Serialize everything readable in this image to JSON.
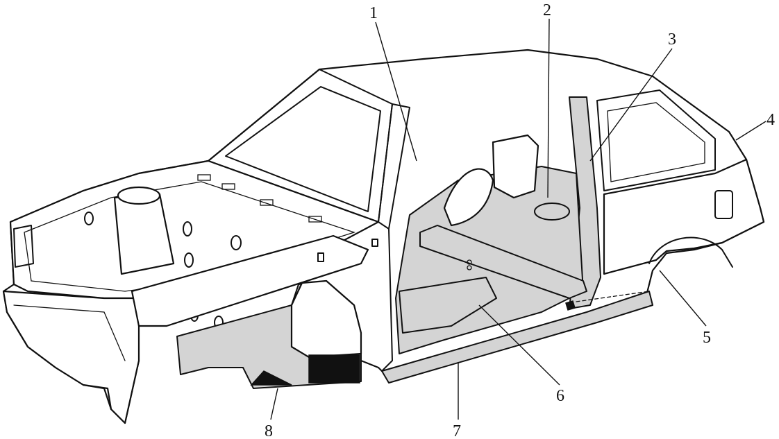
{
  "callouts": [
    {
      "id": "1",
      "label": "1"
    },
    {
      "id": "2",
      "label": "2"
    },
    {
      "id": "3",
      "label": "3"
    },
    {
      "id": "4",
      "label": "4"
    },
    {
      "id": "5",
      "label": "5"
    },
    {
      "id": "6",
      "label": "6"
    },
    {
      "id": "7",
      "label": "7"
    },
    {
      "id": "8",
      "label": "8"
    }
  ],
  "colors": {
    "line": "#111111",
    "panel_fill": "#ffffff",
    "shaded_region": "#d4d4d4",
    "dark_region": "#111111"
  }
}
